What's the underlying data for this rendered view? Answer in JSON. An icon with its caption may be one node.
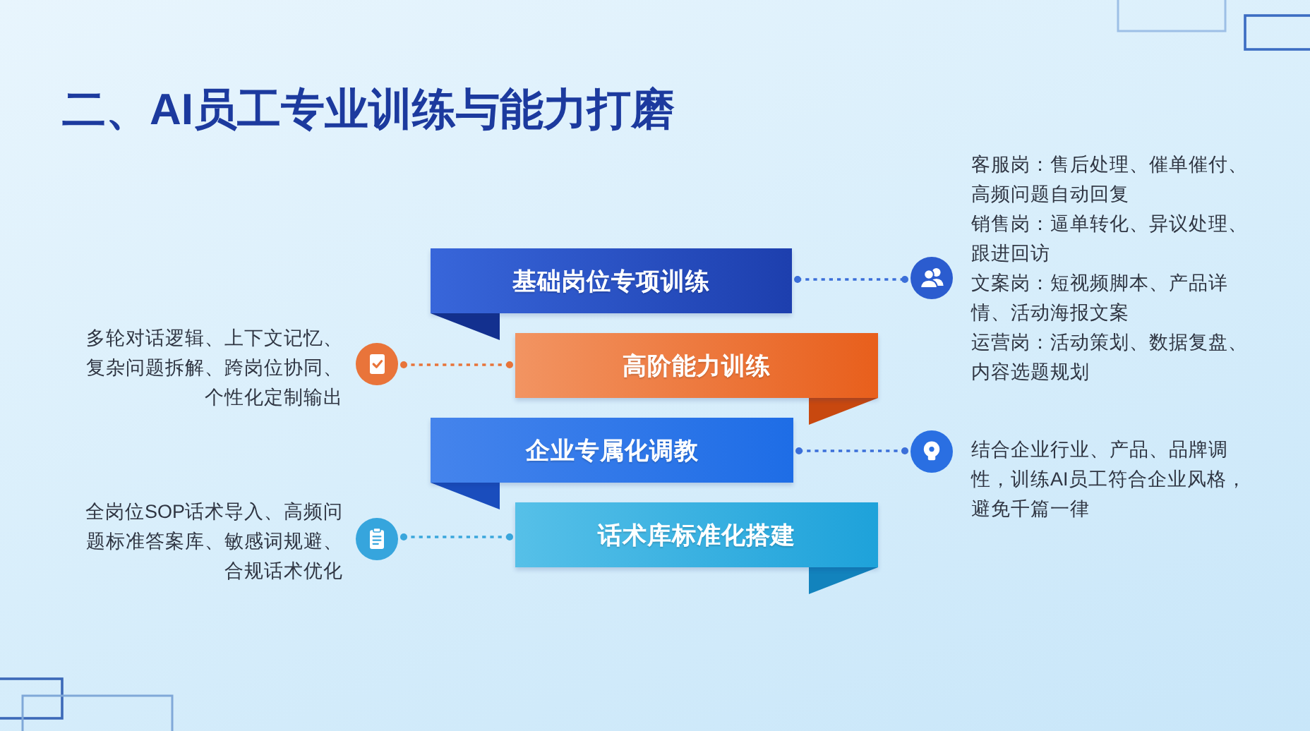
{
  "diagram": {
    "title": "二、AI员工专业训练与能力打磨",
    "nodes": [
      {
        "text": [
          "基础岗位专项训练"
        ]
      },
      {
        "text": [
          "高阶能力训练"
        ]
      },
      {
        "text": [
          "企业专属化调教"
        ]
      },
      {
        "text": [
          "话术库标准化搭建"
        ]
      },
      {
        "text": [],
        "shape": "circle",
        "beside": [
          "客服岗：售后处理、催单催付、高频问题自动回复",
          "销售岗：逼单转化、异议处理、跟进回访",
          "文案岗：短视频脚本、产品详情、活动海报文案",
          "运营岗：活动策划、数据复盘、内容选题规划"
        ]
      },
      {
        "text": [],
        "shape": "circle",
        "beside": [
          "多轮对话逻辑、上下文记忆、复杂问题拆解、跨岗位协同、个性化定制输出"
        ]
      },
      {
        "text": [],
        "shape": "circle",
        "beside": [
          "结合企业行业、产品、品牌调性，训练AI员工符合企业风格，避免千篇一律"
        ]
      },
      {
        "text": [],
        "shape": "circle",
        "beside": [
          "全岗位SOP话术导入、高频问题标准答案库、敏感词规避、合规话术优化"
        ]
      }
    ],
    "edges": [
      {
        "from": 0,
        "to": 4,
        "arrow": "other",
        "style": "dashed"
      },
      {
        "from": 1,
        "to": 5,
        "arrow": "other",
        "style": "dashed",
        "color": "#e8743a"
      },
      {
        "from": 2,
        "to": 6,
        "arrow": "other",
        "style": "dashed"
      },
      {
        "from": 3,
        "to": 7,
        "arrow": "other",
        "style": "dashed",
        "color": "#3aa6dc"
      }
    ]
  }
}
